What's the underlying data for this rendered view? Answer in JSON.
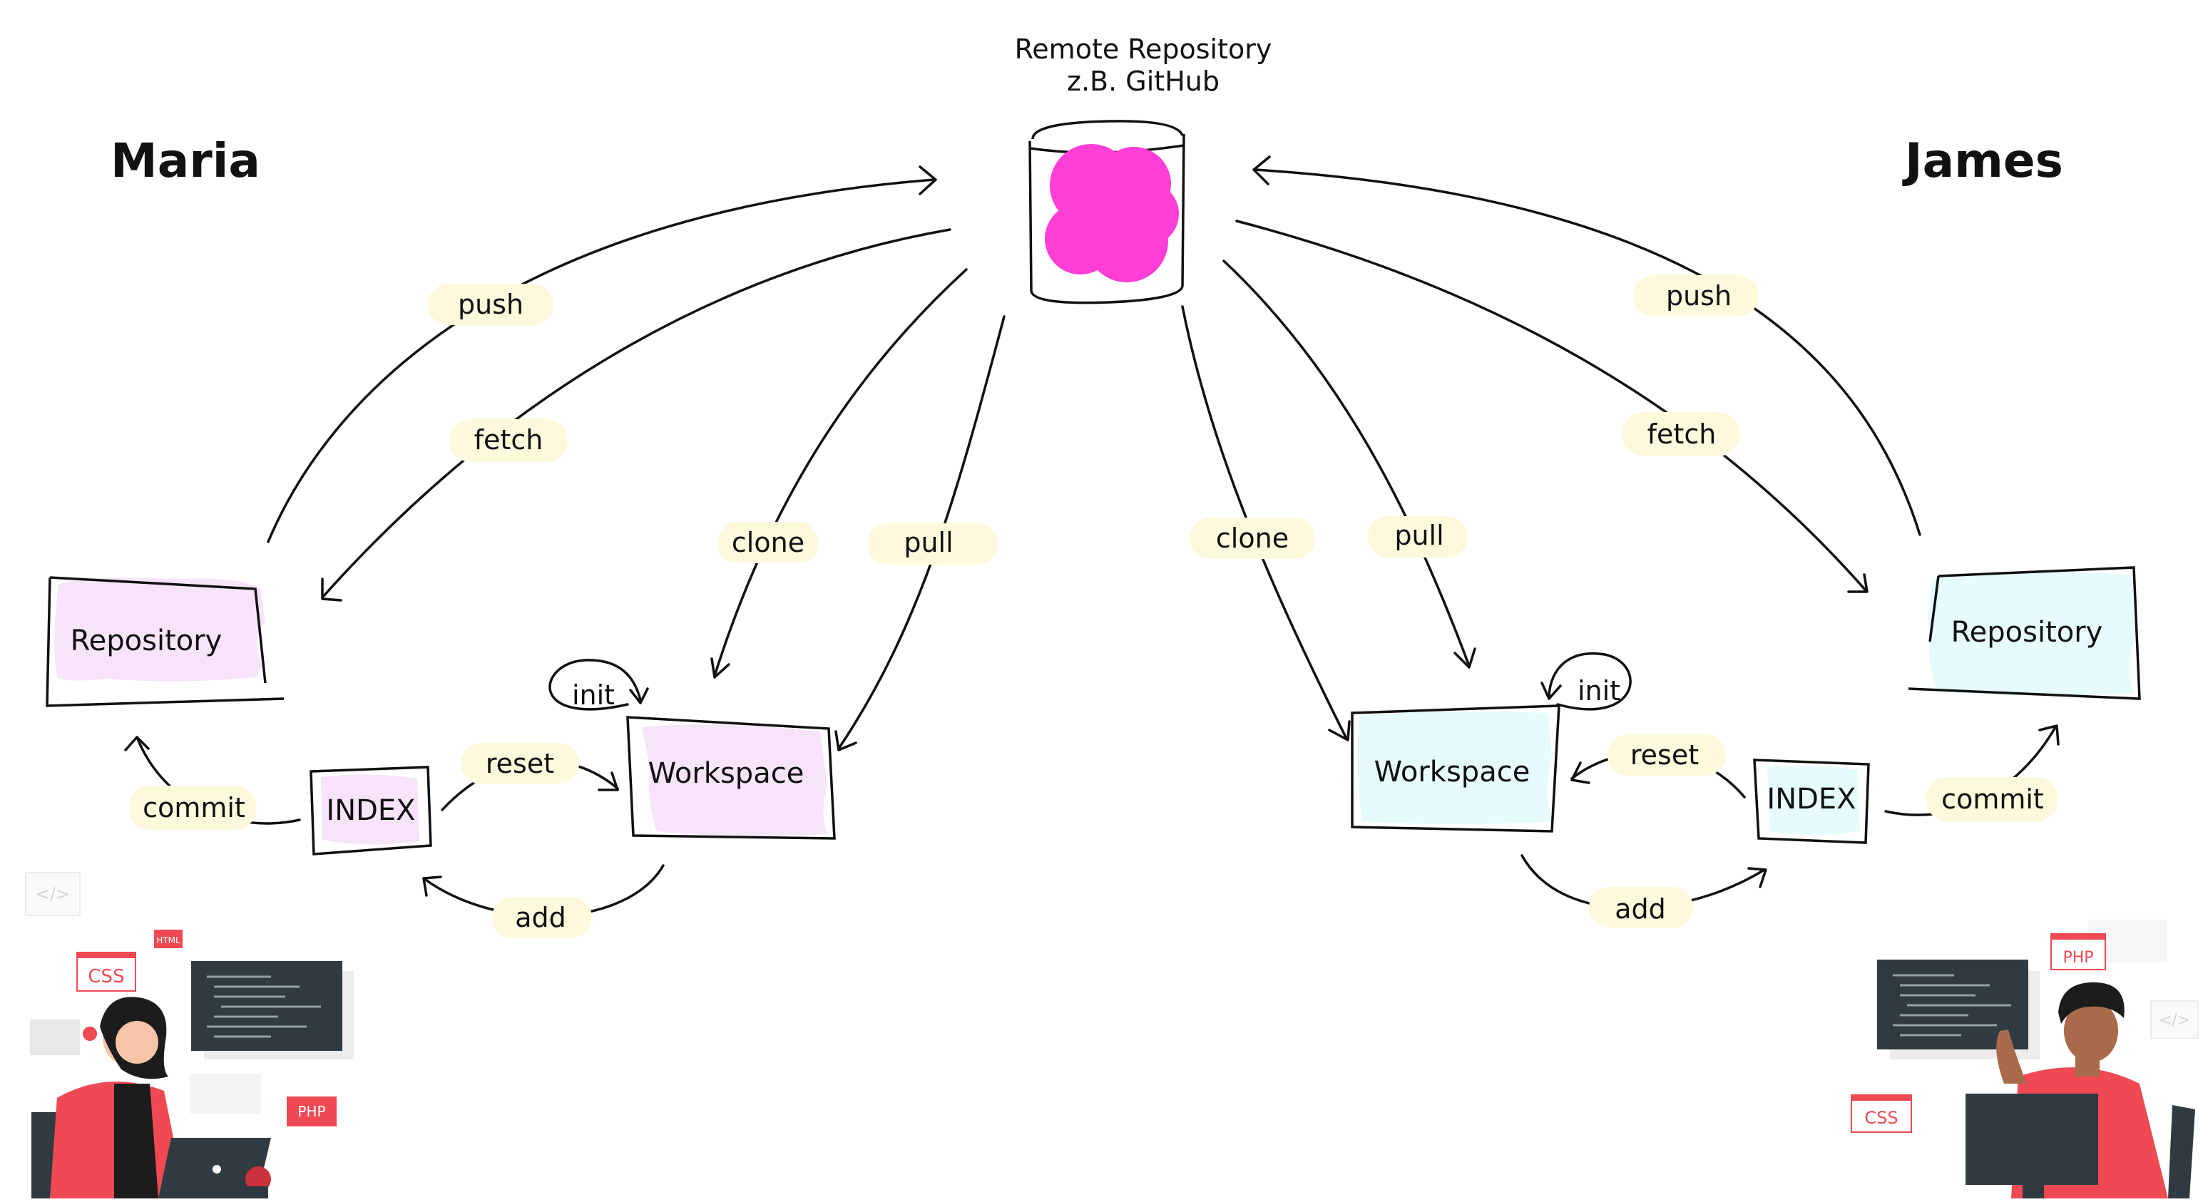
{
  "remote": {
    "line1": "Remote Repository",
    "line2": "z.B. GitHub",
    "fill_color": "#ff3ed6"
  },
  "maria": {
    "name": "Maria",
    "repository_label": "Repository",
    "index_label": "INDEX",
    "workspace_label": "Workspace",
    "accent_color": "#f7e4fb",
    "edges": {
      "push": "push",
      "fetch": "fetch",
      "clone": "clone",
      "pull": "pull",
      "commit": "commit",
      "reset": "reset",
      "add": "add",
      "init": "init"
    }
  },
  "james": {
    "name": "James",
    "repository_label": "Repository",
    "index_label": "INDEX",
    "workspace_label": "Workspace",
    "accent_color": "#e6fbfb",
    "edges": {
      "push": "push",
      "fetch": "fetch",
      "clone": "clone",
      "pull": "pull",
      "commit": "commit",
      "reset": "reset",
      "add": "add",
      "init": "init"
    }
  },
  "decor": {
    "css_tag": "CSS",
    "html_tag": "HTML",
    "php_tag": "PHP",
    "code_tag": "</>",
    "label_bubble_color": "#fdf9dc",
    "tag_color": "#ef4a53",
    "person_shirt_color": "#ef4a53",
    "screen_color": "#2f3b40"
  }
}
